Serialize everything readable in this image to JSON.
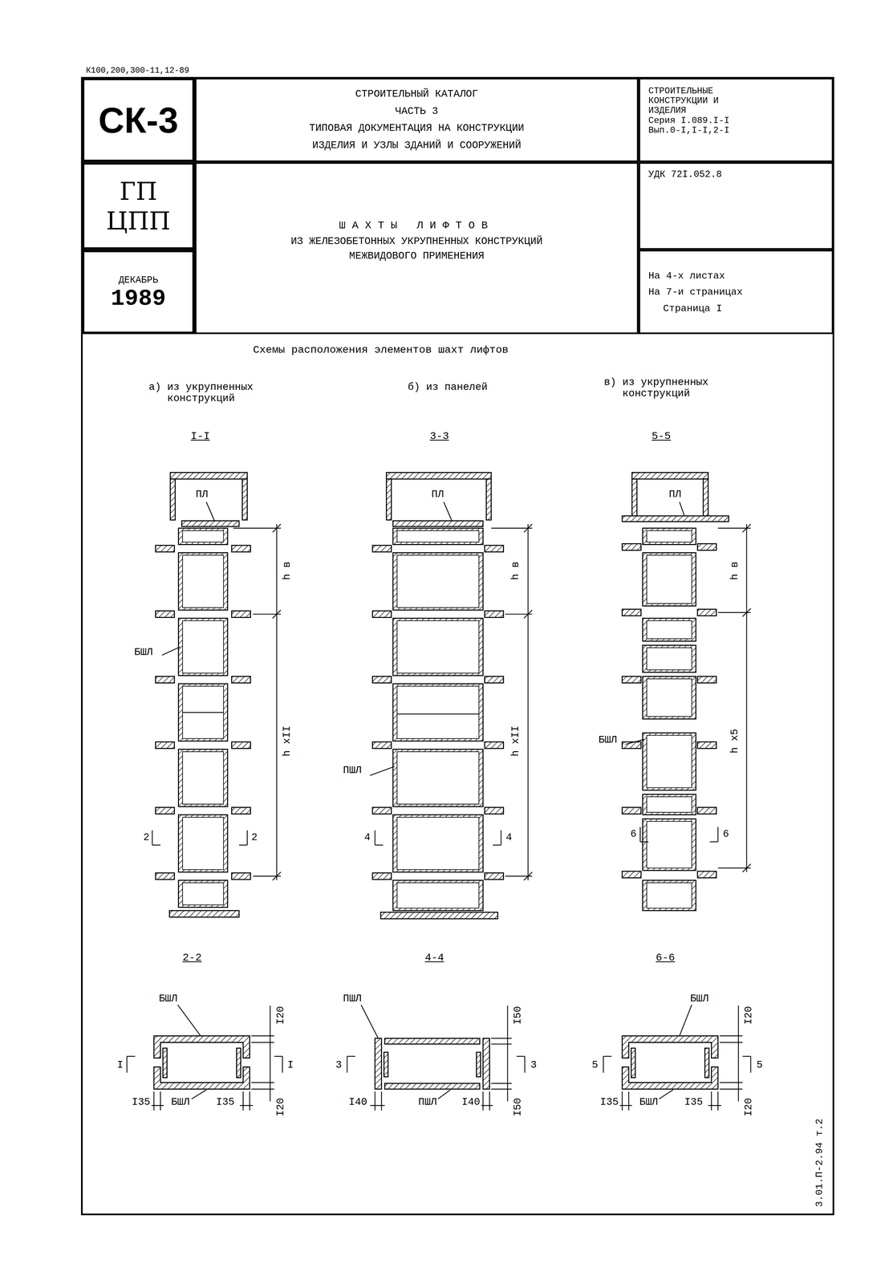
{
  "diagram": {
    "nodes": [
      {
        "text": [
          "СК-3"
        ]
      },
      {
        "text": [
          "СТРОИТЕЛЬНЫЙ КАТАЛОГ",
          "ЧАСТЬ 3",
          "ТИПОВАЯ ДОКУМЕНТАЦИЯ НА КОНСТРУКЦИИ",
          "ИЗДЕЛИЯ И УЗЛЫ ЗДАНИЙ И СООРУЖЕНИЙ"
        ]
      },
      {
        "text": [
          "СТРОИТЕЛЬНЫЕ КОНСТРУКЦИИ И ИЗДЕЛИЯ",
          "Серия I.089.I-I",
          "Вып.0-I,I-I,2-I"
        ]
      },
      {
        "text": [
          "ГП ЦПП"
        ]
      },
      {
        "text": [
          "ШАХТЫ ЛИФТОВ",
          "ИЗ ЖЕЛЕЗОБЕТОННЫХ УКРУПНЕННЫХ КОНСТРУКЦИЙ МЕЖВИДОВОГО ПРИМЕНЕНИЯ"
        ]
      },
      {
        "text": [
          "УДК 72I.052.8"
        ]
      },
      {
        "text": [
          "ДЕКАБРЬ",
          "1989"
        ]
      },
      {
        "text": [
          "На 4-х листах",
          "На 7-и страницах",
          "Страница I"
        ]
      }
    ],
    "labels": [
      "К100,200,300-11,12-89",
      "Схемы расположения элементов шахт лифтов",
      "а) из укрупненных конструкций",
      "б) из панелей",
      "в) из укрупненных конструкций",
      "I-I",
      "3-3",
      "5-5",
      "ПЛ",
      "ПЛ",
      "ПЛ",
      "h в",
      "h xII",
      "БШЛ",
      "2",
      "2",
      "h в",
      "h xII",
      "ПШЛ",
      "4",
      "4",
      "h в",
      "h x5",
      "БШЛ",
      "6",
      "6",
      "2-2",
      "4-4",
      "6-6",
      "БШЛ",
      "I20",
      "I",
      "I",
      "I35",
      "БШЛ",
      "I35",
      "I20",
      "ПШЛ",
      "I50",
      "3",
      "3",
      "I40",
      "ПШЛ",
      "I40",
      "I50",
      "БШЛ",
      "I20",
      "5",
      "5",
      "I35",
      "БШЛ",
      "I35",
      "I20",
      "3.01.П-2.94 т.2"
    ]
  }
}
